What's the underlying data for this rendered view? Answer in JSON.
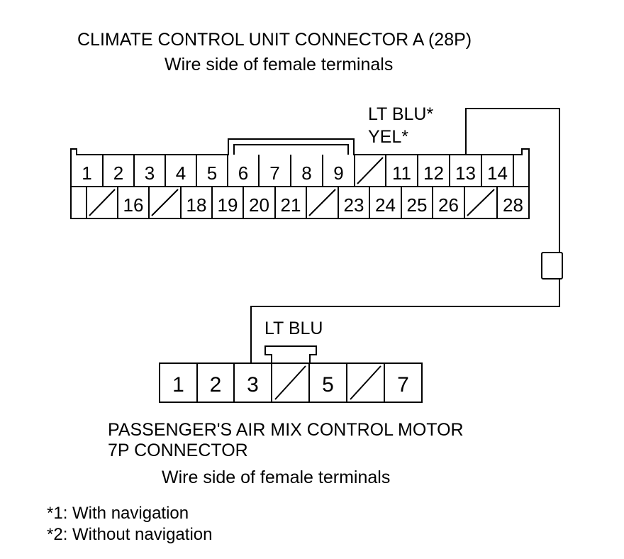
{
  "connector_a": {
    "title": "CLIMATE CONTROL UNIT CONNECTOR A (28P)",
    "subtitle": "Wire side of female terminals",
    "wire_color_1": "LT BLU*",
    "wire_color_2": "YEL*",
    "top_row": [
      "1",
      "2",
      "3",
      "4",
      "5",
      "6",
      "7",
      "8",
      "9",
      "",
      "11",
      "12",
      "13",
      "14",
      ""
    ],
    "bottom_row": [
      "",
      "",
      "16",
      "",
      "18",
      "19",
      "20",
      "21",
      "",
      "23",
      "24",
      "25",
      "26",
      "",
      "28"
    ]
  },
  "motor_connector": {
    "wire_color": "LT BLU",
    "pins": [
      "1",
      "2",
      "3",
      "",
      "5",
      "",
      "7"
    ],
    "title_line1": "PASSENGER'S AIR MIX CONTROL MOTOR",
    "title_line2": "7P CONNECTOR",
    "subtitle": "Wire side of female terminals"
  },
  "notes": {
    "note1": "*1: With navigation",
    "note2": "*2: Without navigation"
  }
}
